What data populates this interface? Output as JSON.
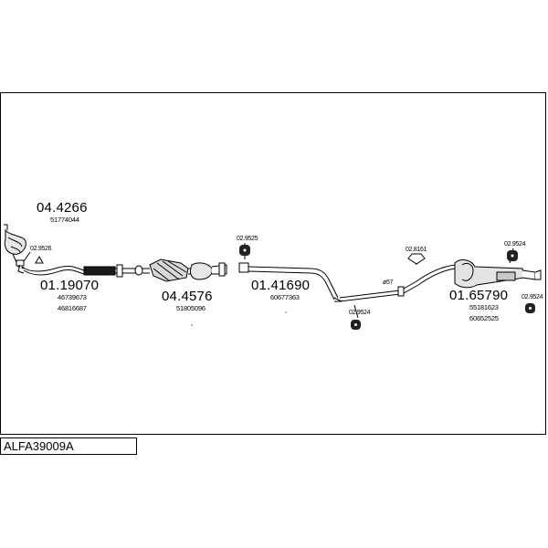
{
  "diagram_code": "ALFA39009A",
  "parts": [
    {
      "part_number": "04.4266",
      "oem_numbers": [
        "51774044"
      ],
      "component": "exhaust-manifold"
    },
    {
      "part_number": "01.19070",
      "oem_numbers": [
        "46739673",
        "46816687"
      ],
      "component": "front-pipe-flex"
    },
    {
      "part_number": "04.4576",
      "oem_numbers": [
        "51805096"
      ],
      "component": "catalytic-converter"
    },
    {
      "part_number": "01.41690",
      "oem_numbers": [
        "60677363"
      ],
      "component": "middle-pipe"
    },
    {
      "part_number": "01.65790",
      "oem_numbers": [
        "55181623",
        "60652525"
      ],
      "component": "rear-silencer"
    }
  ],
  "accessories": [
    {
      "code": "02.9526",
      "icon": "gasket-triangle-icon"
    },
    {
      "code": "02.9525",
      "icon": "rubber-mount-icon"
    },
    {
      "code": "02.8161",
      "icon": "clamp-bracket-icon"
    },
    {
      "code": "02.9524",
      "icon": "rubber-mount-icon"
    },
    {
      "code": "02.9524",
      "icon": "rubber-mount-icon"
    },
    {
      "code": "02.9524",
      "icon": "rubber-mount-icon"
    }
  ],
  "pipe_size_label": "ø57"
}
